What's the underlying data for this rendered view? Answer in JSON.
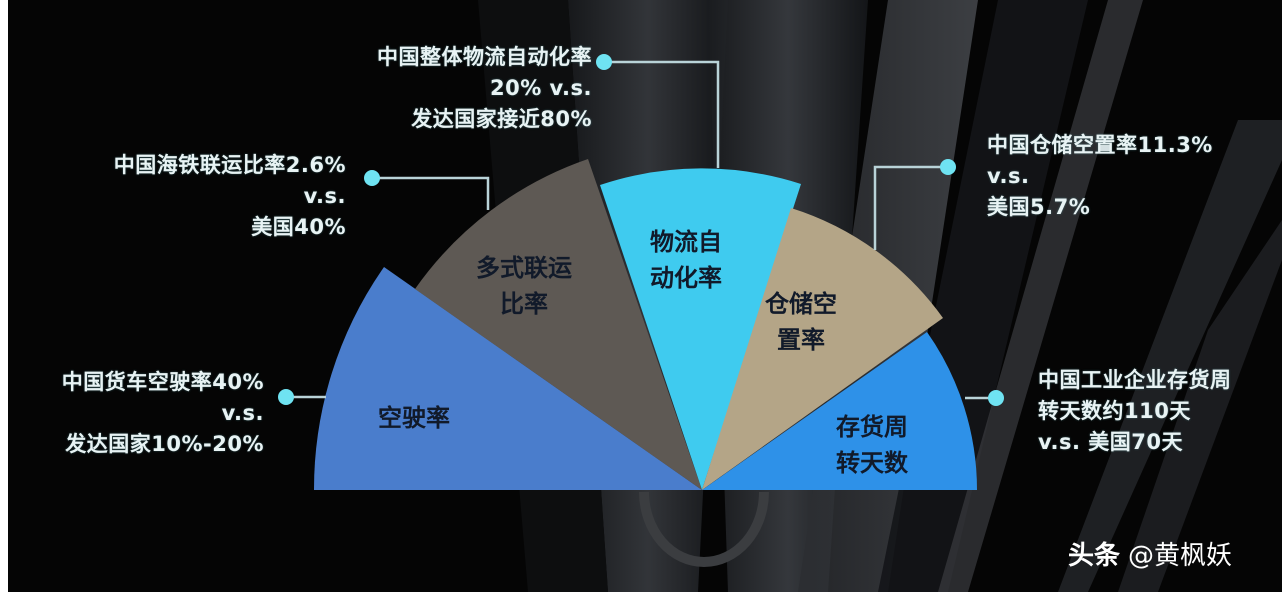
{
  "chart_data": {
    "type": "pie",
    "subtype": "semicircle-rose",
    "title": "",
    "categories": [
      "空驶率",
      "多式联运比率",
      "物流自动化率",
      "仓储空置率",
      "存货周转天数"
    ],
    "slices": [
      {
        "label": "空驶率",
        "label_lines": [
          "空驶率"
        ],
        "color": "#4a7dcc",
        "start_deg": 180,
        "end_deg": 145,
        "radius": 388,
        "annotation": [
          "中国货车空驶率40%",
          "v.s.",
          "发达国家10%-20%"
        ],
        "china_value": "40%",
        "benchmark_value": "10%-20%",
        "benchmark": "发达国家"
      },
      {
        "label": "多式联运比率",
        "label_lines": [
          "多式联运",
          "比率"
        ],
        "color": "#5e5954",
        "start_deg": 145,
        "end_deg": 109,
        "radius": 350,
        "annotation": [
          "中国海铁联运比率2.6%",
          "v.s.",
          "美国40%"
        ],
        "china_value": "2.6%",
        "benchmark_value": "40%",
        "benchmark": "美国"
      },
      {
        "label": "物流自动化率",
        "label_lines": [
          "物流自",
          "动化率"
        ],
        "color": "#3fcbef",
        "start_deg": 108.5,
        "end_deg": 72,
        "radius": 322,
        "annotation": [
          "中国整体物流自动化率",
          "20% v.s.",
          "发达国家接近80%"
        ],
        "china_value": "20%",
        "benchmark_value": "接近80%",
        "benchmark": "发达国家"
      },
      {
        "label": "仓储空置率",
        "label_lines": [
          "仓储空",
          "置率"
        ],
        "color": "#b4a587",
        "start_deg": 72.5,
        "end_deg": 35.5,
        "radius": 296,
        "annotation": [
          "中国仓储空置率11.3%",
          "v.s.",
          "美国5.7%"
        ],
        "china_value": "11.3%",
        "benchmark_value": "5.7%",
        "benchmark": "美国"
      },
      {
        "label": "存货周转天数",
        "label_lines": [
          "存货周",
          "转天数"
        ],
        "color": "#2e91e8",
        "start_deg": 35,
        "end_deg": 0,
        "radius": 275,
        "annotation": [
          "中国工业企业存货周",
          "转天数约110天",
          "v.s. 美国70天"
        ],
        "china_value": "约110天",
        "benchmark_value": "70天",
        "benchmark": "美国"
      }
    ],
    "legend": null,
    "grid": false
  },
  "colors": {
    "background": "#050505",
    "leader_line": "#b9d3d8",
    "leader_dot": "#6fe3f2",
    "annotation_text": "#e8f3f4",
    "slice_label_text": "#111a2a"
  },
  "watermark": {
    "brand": "头条",
    "handle": "@黄枫妖"
  }
}
